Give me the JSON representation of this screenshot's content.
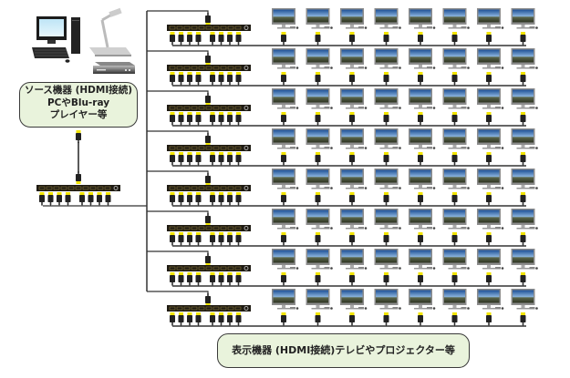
{
  "diagram": {
    "type": "HDMI splitter cascade connection diagram",
    "source_label": {
      "lines": [
        "ソース機器 (HDMI接続)",
        "PCやBlu-ray",
        "プレイヤー等"
      ]
    },
    "display_label": "表示機器 (HDMI接続)テレビやプロジェクター等",
    "source_devices": [
      "desktop-pc",
      "document-camera",
      "blu-ray-player"
    ],
    "master_splitter": {
      "outputs": 8
    },
    "cascade_splitters": {
      "count": 8,
      "outputs_each": 8
    },
    "display_grid": {
      "rows": 8,
      "columns": 8
    },
    "colors": {
      "label_fill": "#e9f3dc",
      "line": "#333333",
      "splitter_body": "#1e1a12",
      "connector_tip": "#f2e500",
      "screen_sky": "#3a7bc8"
    }
  }
}
